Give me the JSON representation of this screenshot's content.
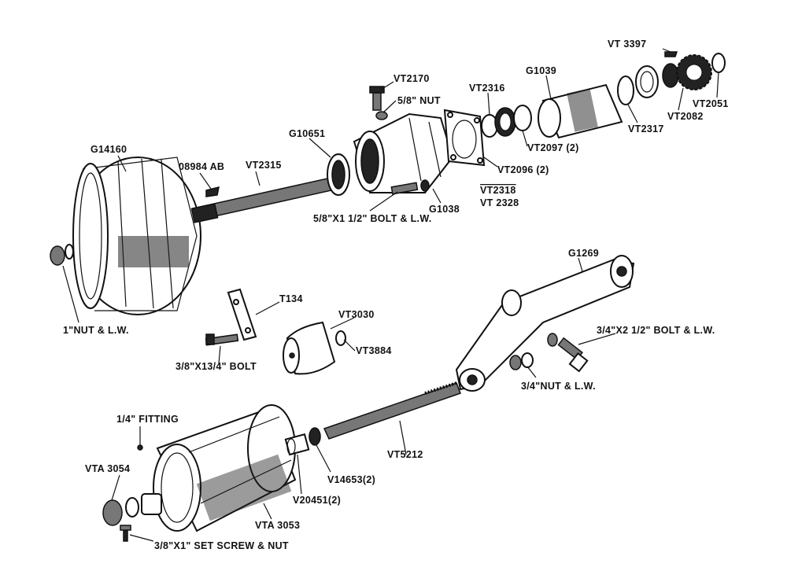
{
  "labels": {
    "vt3397": "VT 3397",
    "vt2170": "VT2170",
    "nut58": "5/8\" NUT",
    "vt2316": "VT2316",
    "g1039": "G1039",
    "g14160": "G14160",
    "g10651": "G10651",
    "o8984ab": "08984 AB",
    "vt2315": "VT2315",
    "vt2097": "VT2097 (2)",
    "vt2317": "VT2317",
    "vt2082": "VT2082",
    "vt2051": "VT2051",
    "vt2096": "VT2096 (2)",
    "vt2318": "VT2318",
    "vt2328": "VT 2328",
    "g1038": "G1038",
    "bolt58": "5/8\"X1 1/2\" BOLT & L.W.",
    "g1269": "G1269",
    "nut1": "1\"NUT & L.W.",
    "t134": "T134",
    "vt3030": "VT3030",
    "vt3884": "VT3884",
    "bolt34x212": "3/4\"X2 1/2\" BOLT & L.W.",
    "bolt38": "3/8\"X13/4\" BOLT",
    "nut34": "3/4\"NUT & L.W.",
    "fitting14": "1/4\" FITTING",
    "vt5212": "VT5212",
    "vta3054": "VTA 3054",
    "v14653": "V14653(2)",
    "v20451": "V20451(2)",
    "vta3053": "VTA 3053",
    "setscrew": "3/8\"X1\" SET SCREW & NUT"
  }
}
